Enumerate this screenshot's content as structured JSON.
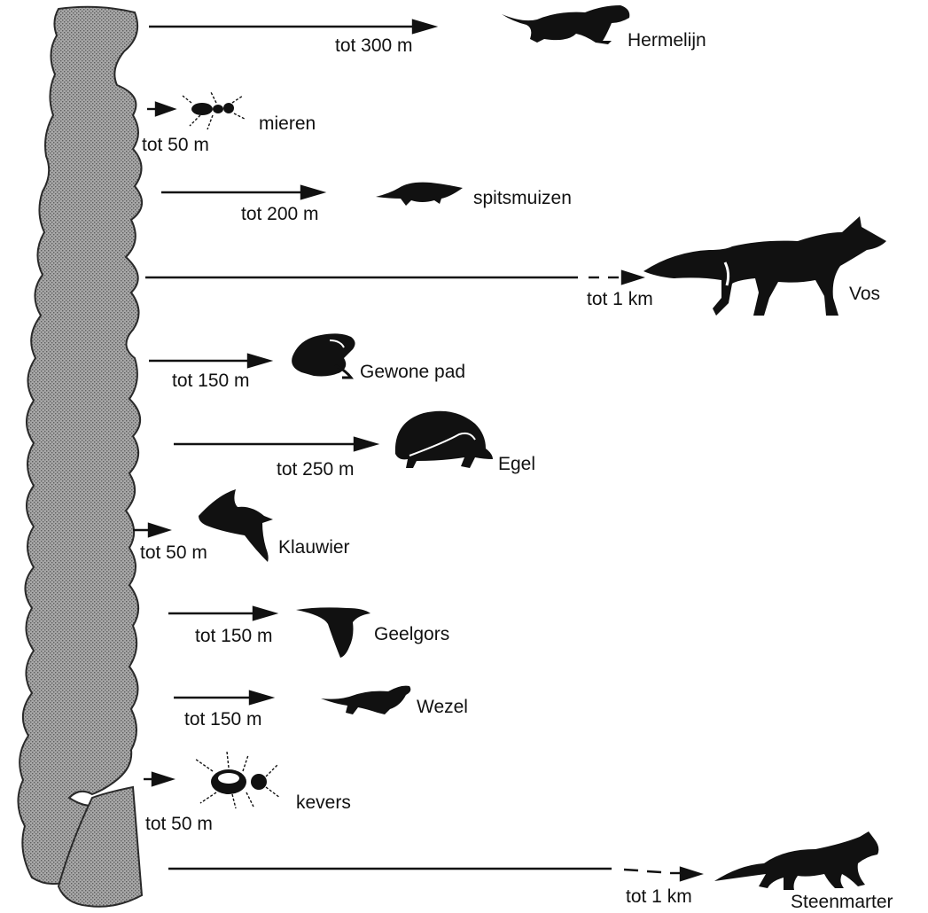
{
  "colors": {
    "hedge": "#9a9a9a",
    "ink": "#111111",
    "background": "#ffffff"
  },
  "hedge": {
    "name": "hedgerow"
  },
  "animals": [
    {
      "key": "hermelijn",
      "name": "Hermelijn",
      "distance": "tot 300 m",
      "icon": "stoat-icon"
    },
    {
      "key": "mieren",
      "name": "mieren",
      "distance": "tot 50 m",
      "icon": "ant-icon"
    },
    {
      "key": "spitsmuizen",
      "name": "spitsmuizen",
      "distance": "tot 200 m",
      "icon": "shrew-icon"
    },
    {
      "key": "vos",
      "name": "Vos",
      "distance": "tot 1 km",
      "icon": "fox-icon"
    },
    {
      "key": "gewone-pad",
      "name": "Gewone pad",
      "distance": "tot 150 m",
      "icon": "toad-icon"
    },
    {
      "key": "egel",
      "name": "Egel",
      "distance": "tot 250 m",
      "icon": "hedgehog-icon"
    },
    {
      "key": "klauwier",
      "name": "Klauwier",
      "distance": "tot 50 m",
      "icon": "shrike-icon"
    },
    {
      "key": "geelgors",
      "name": "Geelgors",
      "distance": "tot 150 m",
      "icon": "yellowhammer-icon"
    },
    {
      "key": "wezel",
      "name": "Wezel",
      "distance": "tot 150 m",
      "icon": "weasel-icon"
    },
    {
      "key": "kevers",
      "name": "kevers",
      "distance": "tot 50 m",
      "icon": "beetle-icon"
    },
    {
      "key": "steenmarter",
      "name": "Steenmarter",
      "distance": "tot 1 km",
      "icon": "stone-marten-icon"
    }
  ]
}
